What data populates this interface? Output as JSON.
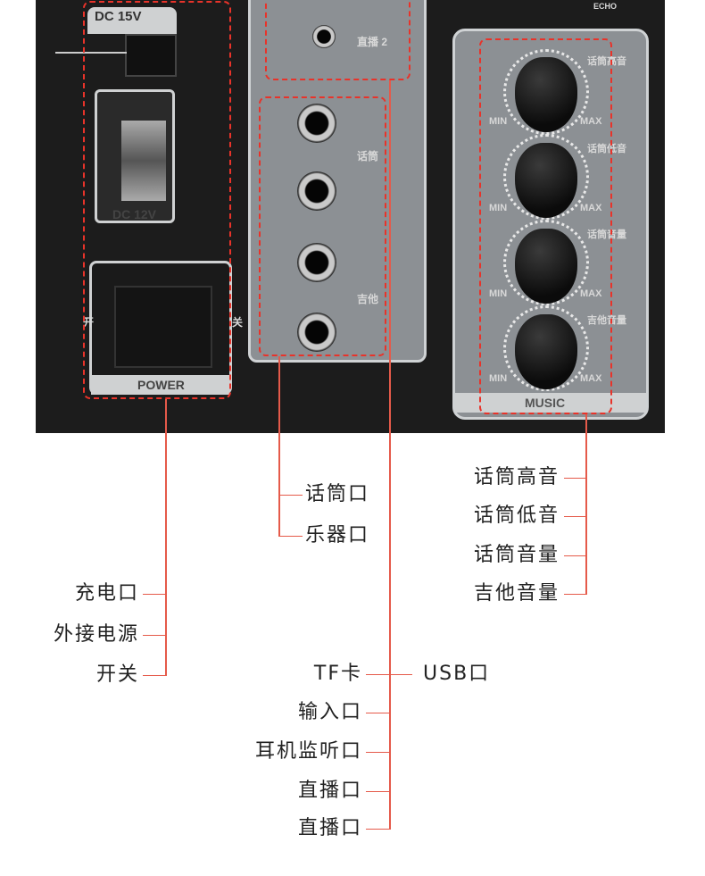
{
  "photo": {
    "dc15": "DC 15V",
    "dc12": "DC 12V",
    "power": "POWER",
    "on": "开",
    "off": "关",
    "mic": "话筒",
    "guitar": "吉他",
    "live2": "直播 2",
    "echo": "ECHO",
    "min": "MIN",
    "max": "MAX",
    "music": "MUSIC",
    "knobs": [
      "话筒高音",
      "话筒低音",
      "话筒音量",
      "吉他音量"
    ]
  },
  "annotations": {
    "left": [
      "充电口",
      "外接电源",
      "开关"
    ],
    "middle": [
      "话筒口",
      "乐器口"
    ],
    "center": [
      "TF卡",
      "输入口",
      "耳机监听口",
      "直播口",
      "直播口"
    ],
    "center_right": "USB口",
    "right": [
      "话筒高音",
      "话筒低音",
      "话筒音量",
      "吉他音量"
    ]
  },
  "colors": {
    "accent": "#e8332a"
  }
}
